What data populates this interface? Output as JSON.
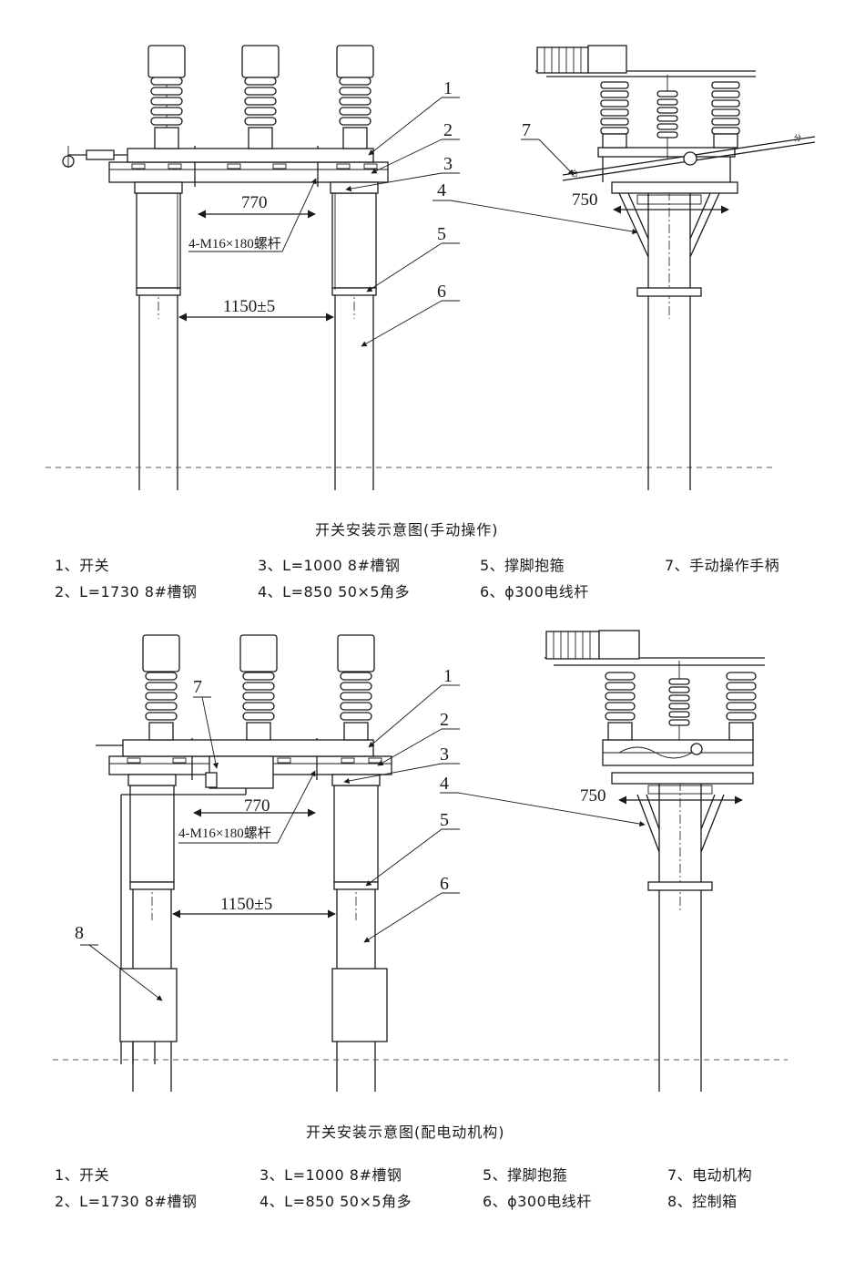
{
  "top": {
    "caption": "开关安装示意图(手动操作)",
    "callouts": [
      "1",
      "2",
      "3",
      "4",
      "5",
      "6",
      "7"
    ],
    "dim_770": "770",
    "dim_1150": "1150±5",
    "dim_750": "750",
    "bolt_label": "4-M16×180螺杆",
    "handle_marks": {
      "open": "分",
      "close": "合"
    },
    "legend": [
      [
        "1、开关",
        "3、L=1000 8#槽钢",
        "5、撑脚抱箍",
        "7、手动操作手柄"
      ],
      [
        "2、L=1730 8#槽钢",
        "4、L=850 50×5角多",
        "6、ϕ300电线杆",
        ""
      ]
    ]
  },
  "bottom": {
    "caption": "开关安装示意图(配电动机构)",
    "callouts": [
      "1",
      "2",
      "3",
      "4",
      "5",
      "6",
      "7",
      "8"
    ],
    "dim_770": "770",
    "dim_1150": "1150±5",
    "dim_750": "750",
    "bolt_label": "4-M16×180螺杆",
    "legend": [
      [
        "1、开关",
        "3、L=1000  8#槽钢",
        "5、撑脚抱箍",
        "7、电动机构"
      ],
      [
        "2、L=1730  8#槽钢",
        "4、L=850  50×5角多",
        "6、ϕ300电线杆",
        "8、控制箱"
      ]
    ]
  }
}
